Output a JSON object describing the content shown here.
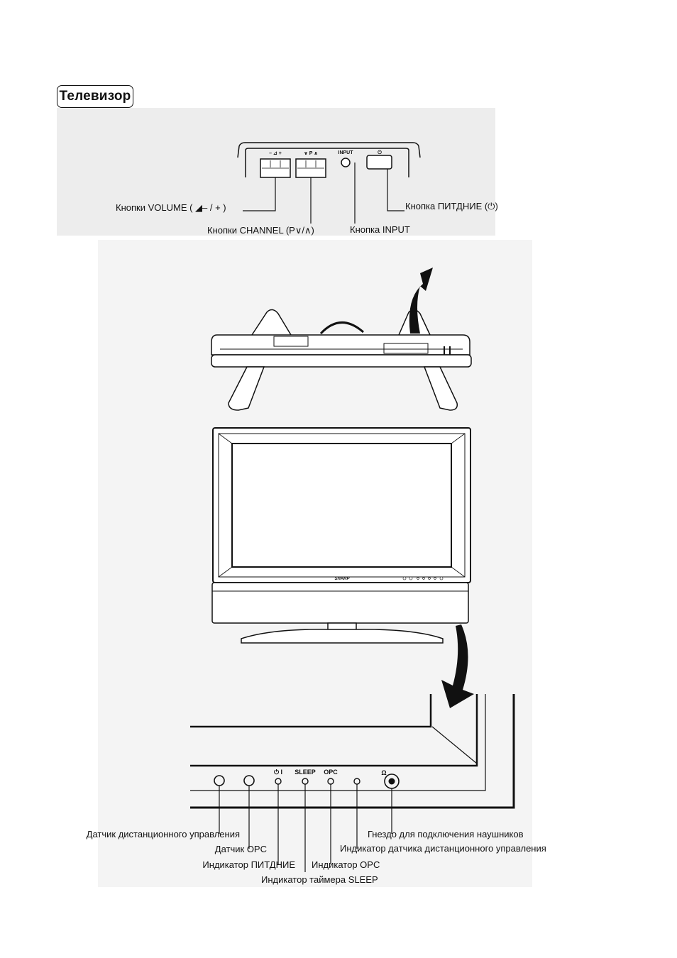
{
  "title": "Телевизор",
  "top_panel": {
    "markings": {
      "volume": "– ⊿ +",
      "channel": "∨ P ∧",
      "input": "INPUT",
      "power": "⏻"
    },
    "callouts": {
      "volume": "Кнопки VOLUME ( ◢– / + )",
      "channel": "Кнопки CHANNEL (P∨/∧)",
      "input": "Кнопка INPUT",
      "power": "Кнопка ПИТДНИЕ (⏻)"
    }
  },
  "front": {
    "brand": "SHARP"
  },
  "bottom_panel": {
    "markings": {
      "power": "⏻ I",
      "sleep": "SLEEP",
      "opc": "OPC",
      "headphones": "Ω"
    },
    "callouts": {
      "remote_sensor": "Датчик дистанционного управления",
      "opc_sensor": "Датчик OPC",
      "power_indicator": "Индикатор ПИТДНИЕ",
      "sleep_indicator": "Индикатор таймера SLEEP",
      "opc_indicator": "Индикатор OPC",
      "remote_indicator": "Индикатор датчика дистанционного управления",
      "headphone_jack": "Гнездо для подключения наушников"
    }
  },
  "colors": {
    "line": "#111111",
    "shade": "#ededed",
    "light_shade": "#f4f4f4"
  }
}
